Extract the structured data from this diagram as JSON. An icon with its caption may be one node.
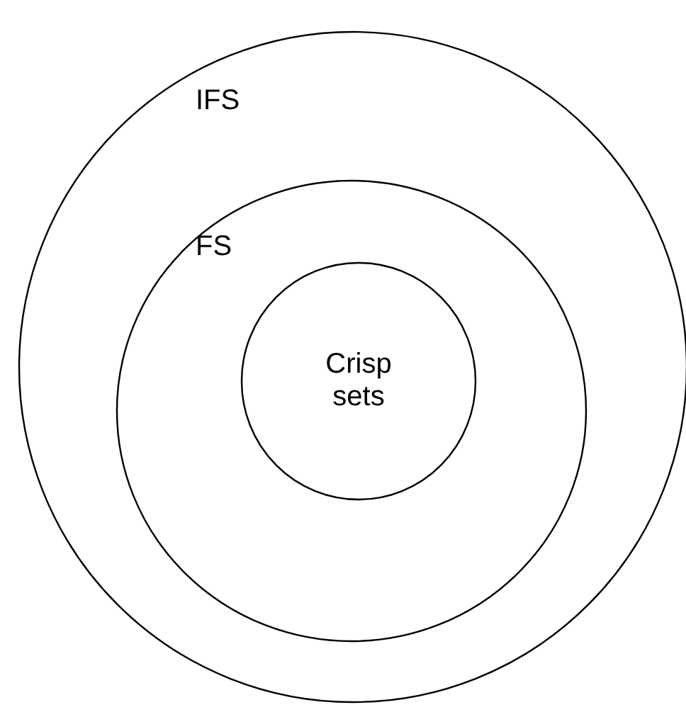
{
  "diagram": {
    "nodes": [
      {
        "text": [
          "IFS"
        ]
      },
      {
        "text": [
          "FS"
        ],
        "in": 0
      },
      {
        "text": [
          "Crisp sets"
        ],
        "in": 1
      }
    ]
  }
}
